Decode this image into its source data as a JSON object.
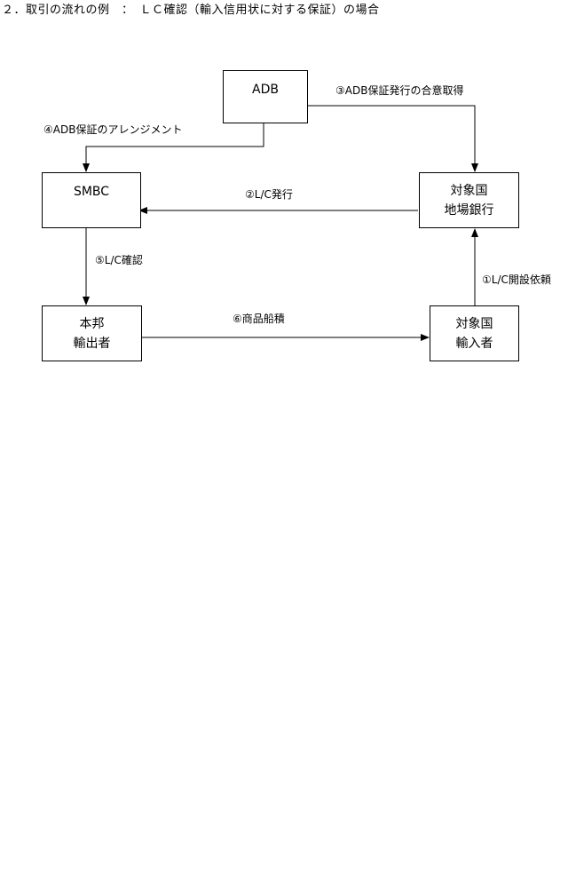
{
  "title": "２．取引の流れの例　：　ＬＣ確認（輸入信用状に対する保証）の場合",
  "nodes": {
    "adb": {
      "text": "ADB"
    },
    "smbc": {
      "text": "SMBC"
    },
    "local_bank": {
      "line1": "対象国",
      "line2": "地場銀行"
    },
    "exporter": {
      "line1": "本邦",
      "line2": "輸出者"
    },
    "importer": {
      "line1": "対象国",
      "line2": "輸入者"
    }
  },
  "edges": {
    "step1": "①L/C開設依頼",
    "step2": "②L/C発行",
    "step3": "③ADB保証発行の合意取得",
    "step4": "④ADB保証のアレンジメント",
    "step5": "⑤L/C確認",
    "step6": "⑥商品船積"
  },
  "colors": {
    "line": "#000000",
    "background": "#ffffff"
  }
}
